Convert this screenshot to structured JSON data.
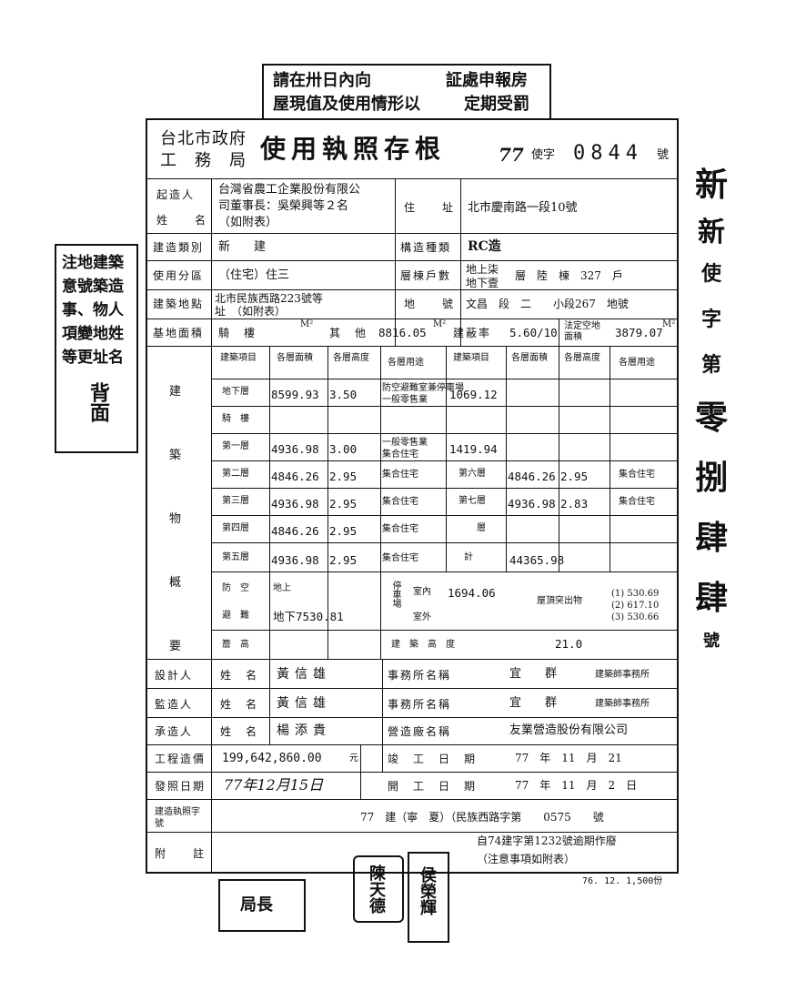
{
  "top_stamp": {
    "line1": "請在卅日內向",
    "line1b": "証處申報房",
    "line2": "屋現值及使用情形以",
    "line2b": "定期受罰"
  },
  "left_note": {
    "lines": [
      "注地建築",
      "意號築造",
      "事、物人",
      "項變地姓",
      "等更址名"
    ],
    "footer": "背面"
  },
  "right_stamp": [
    "新",
    "新",
    "使",
    "字",
    "第",
    "零",
    "捌",
    "肆",
    "肆",
    "號"
  ],
  "header": {
    "org1": "台北市政府",
    "org2": "工　務　局",
    "title": "使用執照存根",
    "year": "77",
    "prefix": "使字",
    "number": "0844",
    "suffix": "號"
  },
  "rows": {
    "builder_label1": "起造人",
    "builder_label2": "姓　　名",
    "builder_value1": "台灣省農工企業股份有限公",
    "builder_value2": "司董事長：吳榮興等２名",
    "builder_value3": "（如附表）",
    "address_label": "住　　址",
    "address_value": "北市慶南路一段10號",
    "type_label": "建造類別",
    "type_value": "新　　建",
    "struct_label": "構造種類",
    "struct_value": "RC造",
    "zone_label": "使用分區",
    "zone_value": "（住宅）住三",
    "floors_label": "層棟戶數",
    "floors_above": "地上柒",
    "floors_below": "地下壹",
    "floors_unit": "層　陸　棟　327　戶",
    "site_label": "建築地點",
    "site_value1": "北市民族西路223號等",
    "site_value2": "址　（如附表）",
    "lot_label": "地　　號",
    "lot_value": "文昌　段　二　　小段267　地號",
    "area_label": "基地面積",
    "area_sub1": "騎　樓",
    "area_sub2": "其　他",
    "area_other": "8816.05",
    "coverage_label": "建蔽率",
    "coverage_value": "5.60/10",
    "legal_label": "法定空地面積",
    "legal_value": "3879.07"
  },
  "floors_table": {
    "side_label": [
      "建",
      "築",
      "物",
      "概",
      "要"
    ],
    "col_item": "建築項目",
    "col_area": "各層面積",
    "col_height": "各層高度",
    "col_use": "各層用途",
    "unit_m2": "M²",
    "unit_m": "M",
    "left": [
      {
        "name": "地下層",
        "area": "8599.93",
        "height": "3.50",
        "use": "防空避難室兼停車場\n一般零售業"
      },
      {
        "name": "騎　樓",
        "area": "",
        "height": "",
        "use": ""
      },
      {
        "name": "第一層",
        "area": "4936.98",
        "height": "3.00",
        "use": "一般零售業\n集合住宅"
      },
      {
        "name": "第二層",
        "area": "4846.26",
        "height": "2.95",
        "use": "集合住宅"
      },
      {
        "name": "第三層",
        "area": "4936.98",
        "height": "2.95",
        "use": "集合住宅"
      },
      {
        "name": "第四層",
        "area": "4846.26",
        "height": "2.95",
        "use": "集合住宅"
      },
      {
        "name": "第五層",
        "area": "4936.98",
        "height": "2.95",
        "use": "集合住宅"
      }
    ],
    "right": [
      {
        "name": "",
        "area": "1069.12",
        "height": "",
        "use": ""
      },
      {
        "name": "",
        "area": "",
        "height": "",
        "use": ""
      },
      {
        "name": "",
        "area": "1419.94",
        "height": "",
        "use": ""
      },
      {
        "name": "第六層",
        "area": "4846.26",
        "height": "2.95",
        "use": "集合住宅"
      },
      {
        "name": "第七層",
        "area": "4936.98",
        "height": "2.83",
        "use": "集合住宅"
      },
      {
        "name": "　　層",
        "area": "",
        "height": "",
        "use": ""
      },
      {
        "name": "計",
        "area": "44365.98",
        "height": "",
        "use": ""
      }
    ],
    "shelter_label": "防　空",
    "shelter_label2": "避　難",
    "shelter_above": "地上",
    "shelter_below": "地下7530.81",
    "parking_label": "停車場",
    "parking_in": "室內",
    "parking_in_value": "1694.06",
    "parking_out": "室外",
    "roof_label": "屋頂突出物",
    "roof_values": [
      "(1) 530.69",
      "(2) 617.10",
      "(3) 530.66"
    ],
    "eave_label": "簷　高",
    "bheight_label": "建　築　高　度",
    "bheight_value": "21.0"
  },
  "bottom": {
    "designer_label": "設計人",
    "name_label": "姓　名",
    "designer_name": "黃信雄",
    "firm_label": "事務所名稱",
    "designer_firm": "宜　　群",
    "firm_suffix": "建築師事務所",
    "supervisor_label": "監造人",
    "supervisor_name": "黃信雄",
    "supervisor_firm": "宜　　群",
    "contractor_label": "承造人",
    "contractor_name": "楊添貴",
    "company_label": "營造廠名稱",
    "contractor_company": "友業營造股份有限公司",
    "cost_label": "工程造價",
    "cost_value": "199,642,860.00",
    "cost_unit": "元",
    "complete_label": "竣　工　日　期",
    "complete_value": "77　年　11　月　21",
    "issue_label": "發照日期",
    "issue_value": "77年12月15日",
    "start_label": "開　工　日　期",
    "start_value": "77　年　11　月　2　日",
    "permit_label": "建造執照字號",
    "permit_value": "77　建（寧　夏）（民族西路字第　　0575　　號",
    "remark_label": "附　　註",
    "remark_value1": "自74建字第1232號逾期作廢",
    "remark_value2": "（注意事項如附表）",
    "print_note": "76. 12. 1,500份"
  },
  "seals": {
    "seal1": "局長",
    "seal2": "陳天德",
    "seal3": "侯榮輝"
  }
}
